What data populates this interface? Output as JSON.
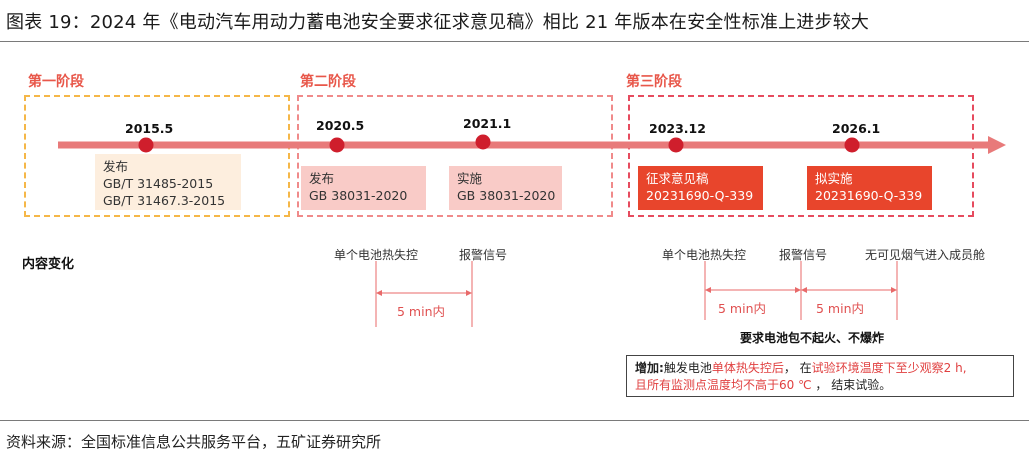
{
  "title": "图表 19：2024 年《电动汽车用动力蓄电池安全要求征求意见稿》相比 21 年版本在安全性标准上进步较大",
  "stages": [
    {
      "label": "第一阶段"
    },
    {
      "label": "第二阶段"
    },
    {
      "label": "第三阶段"
    }
  ],
  "milestones": [
    {
      "date": "2015.5",
      "action": "发布",
      "codes": [
        "GB/T 31485-2015",
        "GB/T 31467.3-2015"
      ]
    },
    {
      "date": "2020.5",
      "action": "发布",
      "codes": [
        "GB 38031-2020"
      ]
    },
    {
      "date": "2021.1",
      "action": "实施",
      "codes": [
        "GB 38031-2020"
      ]
    },
    {
      "date": "2023.12",
      "action": "征求意见稿",
      "codes": [
        "20231690-Q-339"
      ]
    },
    {
      "date": "2026.1",
      "action": "拟实施",
      "codes": [
        "20231690-Q-339"
      ]
    }
  ],
  "content_change": {
    "label": "内容变化",
    "v2021": {
      "start": "单个电池热失控",
      "end": "报警信号",
      "duration": "5 min内"
    },
    "v2024": {
      "start": "单个电池热失控",
      "mid": "报警信号",
      "end": "无可见烟气进入成员舱",
      "duration1": "5 min内",
      "duration2": "5 min内",
      "requirement": "要求电池包不起火、不爆炸"
    }
  },
  "addition": {
    "prefix": "增加:",
    "t1": "触发电池",
    "t2": "单体热失控后",
    "t3": "， 在",
    "t4": "试验环境温度下至少观察2 h,",
    "t5": "且所有监测点温度均不高于60 ℃",
    "t6": " ， 结束试验。"
  },
  "source": "资料来源：全国标准信息公共服务平台，五矿证券研究所",
  "colors": {
    "accent": "#e8452c",
    "timeline": "#e87a7a",
    "stage1": "#f5b748",
    "stage2": "#f08a8a",
    "stage3": "#e64b5e"
  }
}
